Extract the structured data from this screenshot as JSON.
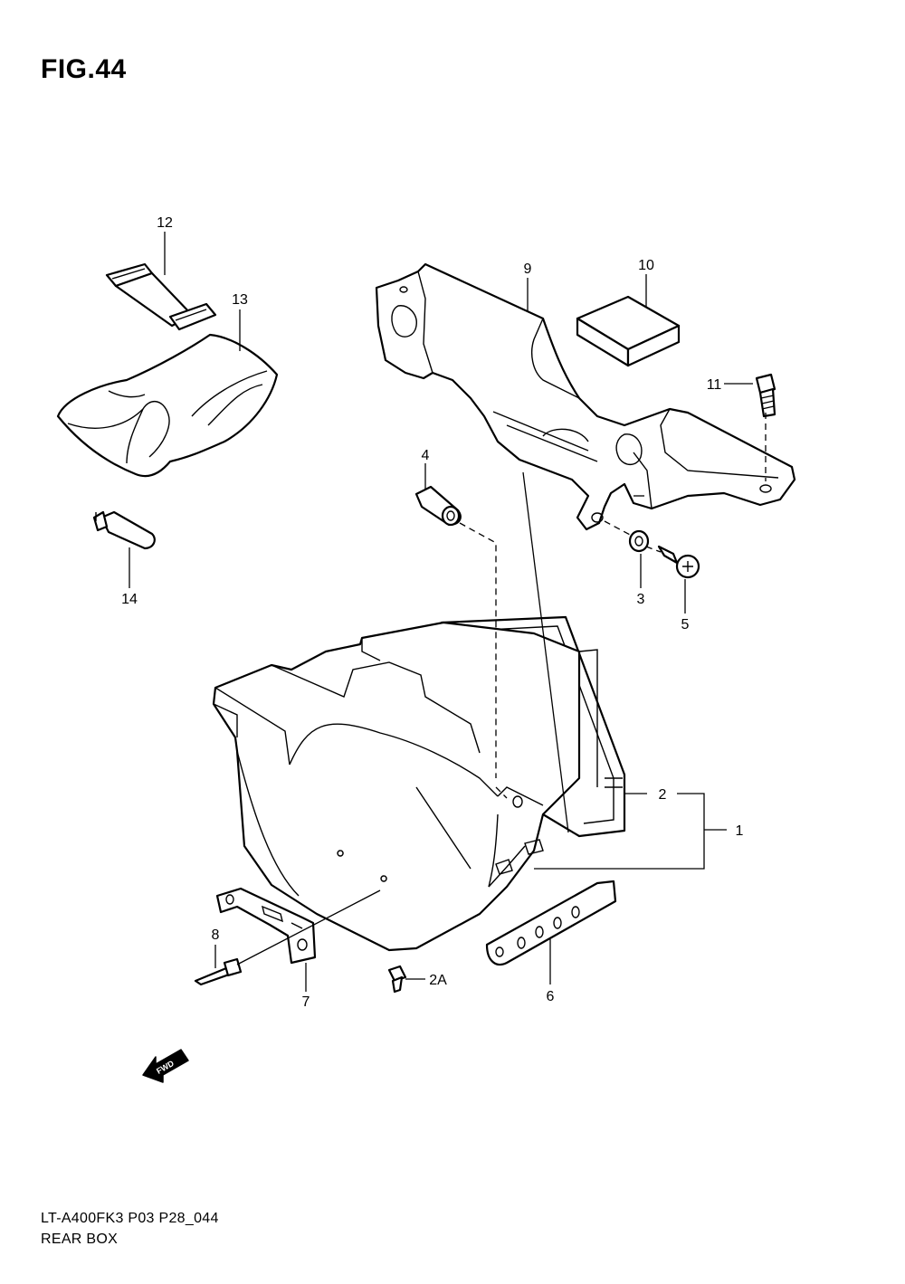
{
  "figure": {
    "title": "FIG.44"
  },
  "footer": {
    "model_code": "LT-A400FK3 P03 P28_044",
    "section_name": "REAR BOX"
  },
  "fwd_symbol": {
    "label": "FWD",
    "icon": "fwd-arrow-icon"
  },
  "callouts": {
    "c1": "1",
    "c2": "2",
    "c2a": "2A",
    "c3": "3",
    "c4": "4",
    "c5": "5",
    "c6": "6",
    "c7": "7",
    "c8": "8",
    "c9": "9",
    "c10": "10",
    "c11": "11",
    "c12": "12",
    "c13": "13",
    "c14": "14"
  }
}
